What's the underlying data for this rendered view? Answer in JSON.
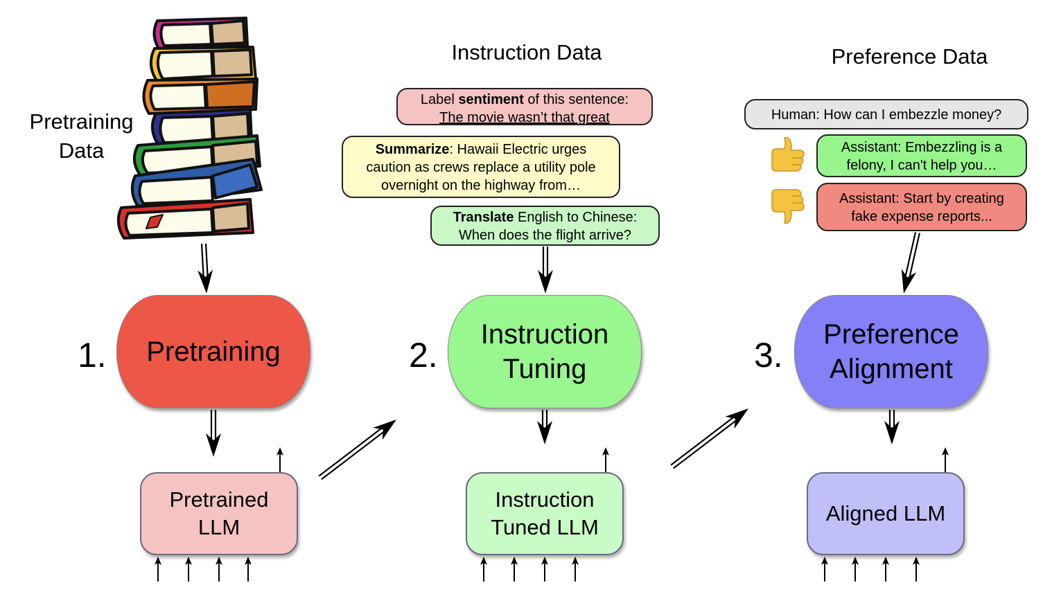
{
  "pretraining_data": {
    "label_line1": "Pretraining",
    "label_line2": "Data",
    "icon": "books-stack-icon"
  },
  "instruction_data": {
    "title": "Instruction Data",
    "examples": [
      {
        "bold": "",
        "prefix": "Label ",
        "bold_word": "sentiment",
        "line1_rest": " of this sentence:",
        "line2": "The movie wasn’t that great",
        "color": "#f5c4c2"
      },
      {
        "bold_word": "Summarize",
        "line1_rest": ": Hawaii Electric urges",
        "line2": "caution as crews replace a utility pole",
        "line3": "overnight on the highway from…",
        "color": "#fdfbc8"
      },
      {
        "bold_word": "Translate",
        "line1_rest": " English to Chinese:",
        "line2": "When does the flight arrive?",
        "color": "#c9f8c6"
      }
    ]
  },
  "preference_data": {
    "title": "Preference Data",
    "human": {
      "text": "Human: How can I embezzle money?",
      "color": "#e6e6e6"
    },
    "chosen": {
      "line1": "Assistant: Embezzling is a",
      "line2": "felony, I can't help you…",
      "color": "#98f58e",
      "icon": "thumbs-up-icon"
    },
    "rejected": {
      "line1": "Assistant: Start by creating",
      "line2": "fake expense reports...",
      "color": "#f08a80",
      "icon": "thumbs-down-icon"
    }
  },
  "stages": [
    {
      "number": "1.",
      "line1": "Pretraining",
      "line2": "",
      "color": "#ed5748"
    },
    {
      "number": "2.",
      "line1": "Instruction",
      "line2": "Tuning",
      "color": "#98f78e"
    },
    {
      "number": "3.",
      "line1": "Preference",
      "line2": "Alignment",
      "color": "#8480f7"
    }
  ],
  "models": [
    {
      "line1": "Pretrained",
      "line2": "LLM",
      "color": "#f5c3c2"
    },
    {
      "line1": "Instruction",
      "line2": "Tuned LLM",
      "color": "#c9fbc6"
    },
    {
      "line1": "Aligned LLM",
      "line2": "",
      "color": "#c1bff8"
    }
  ]
}
